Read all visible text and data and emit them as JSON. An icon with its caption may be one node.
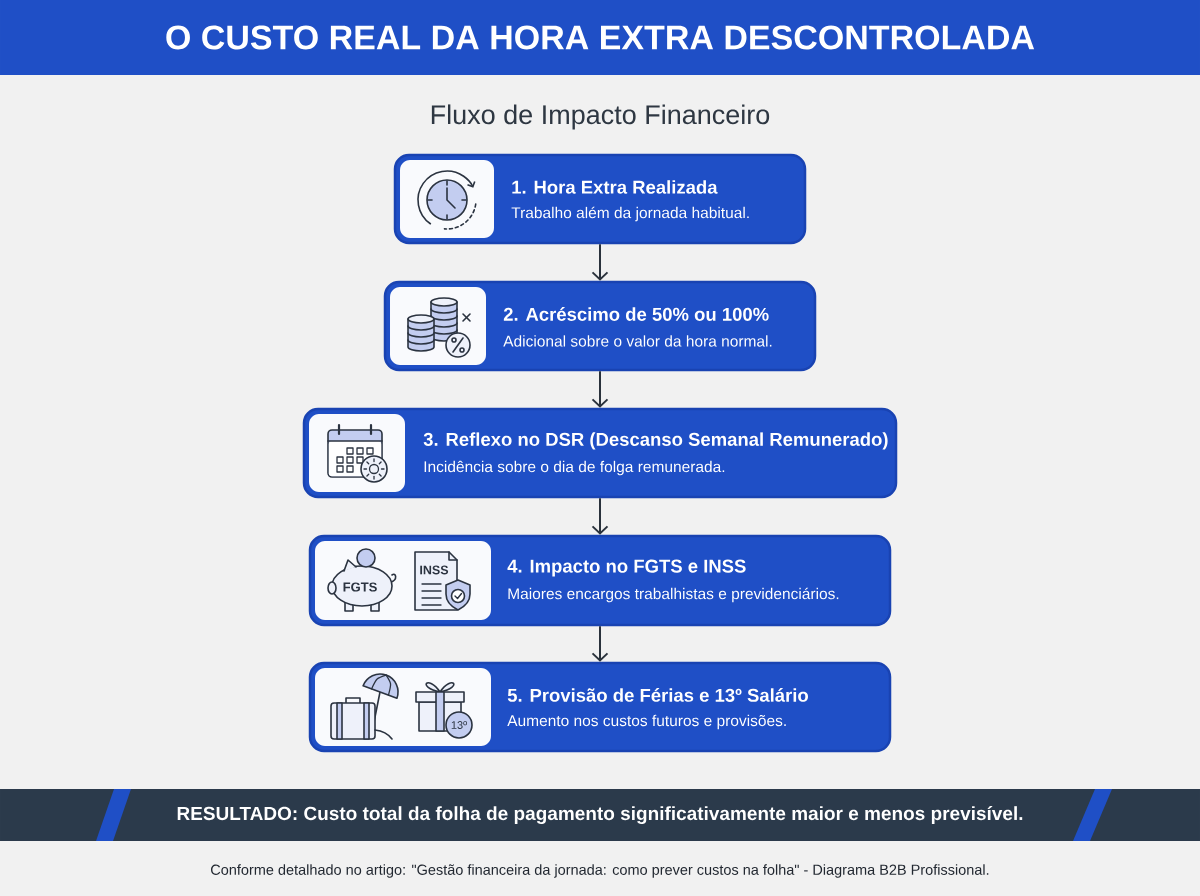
{
  "diagram": {
    "title": "O CUSTO REAL DA HORA EXTRA DESCONTROLADA",
    "nodes": [
      {
        "text": [
          "1. Hora Extra Realizada",
          "Trabalho além da jornada habitual."
        ]
      },
      {
        "text": [
          "2. Acréscimo de 50% ou 100%",
          "Adicional sobre o valor da hora normal."
        ]
      },
      {
        "text": [
          "3. Reflexo no DSR (Descanso Semanal Remunerado)",
          "Incidência sobre o dia de folga remunerada."
        ]
      },
      {
        "text": [
          "4. Impacto no FGTS e INSS",
          "Maiores encargos trabalhistas e previdenciários."
        ]
      },
      {
        "text": [
          "5. Provisão de Férias e 13º Salário",
          "Aumento nos custos futuros e provisões."
        ]
      },
      {
        "text": [
          "RESULTADO: Custo total da folha de pagamento significativamente maior e menos previsível."
        ]
      }
    ],
    "edges": [
      {
        "from": 0,
        "to": 1,
        "arrow": "to"
      },
      {
        "from": 1,
        "to": 2,
        "arrow": "to"
      },
      {
        "from": 2,
        "to": 3,
        "arrow": "to"
      },
      {
        "from": 3,
        "to": 4,
        "arrow": "to"
      }
    ],
    "labels": [
      "Fluxo de Impacto Financeiro",
      "FGTS",
      "INSS",
      "13º"
    ],
    "caption": "Conforme detalhado no artigo: \"Gestão financeira da jornada: como prever custos na folha\" - Diagrama B2B Profissional."
  }
}
